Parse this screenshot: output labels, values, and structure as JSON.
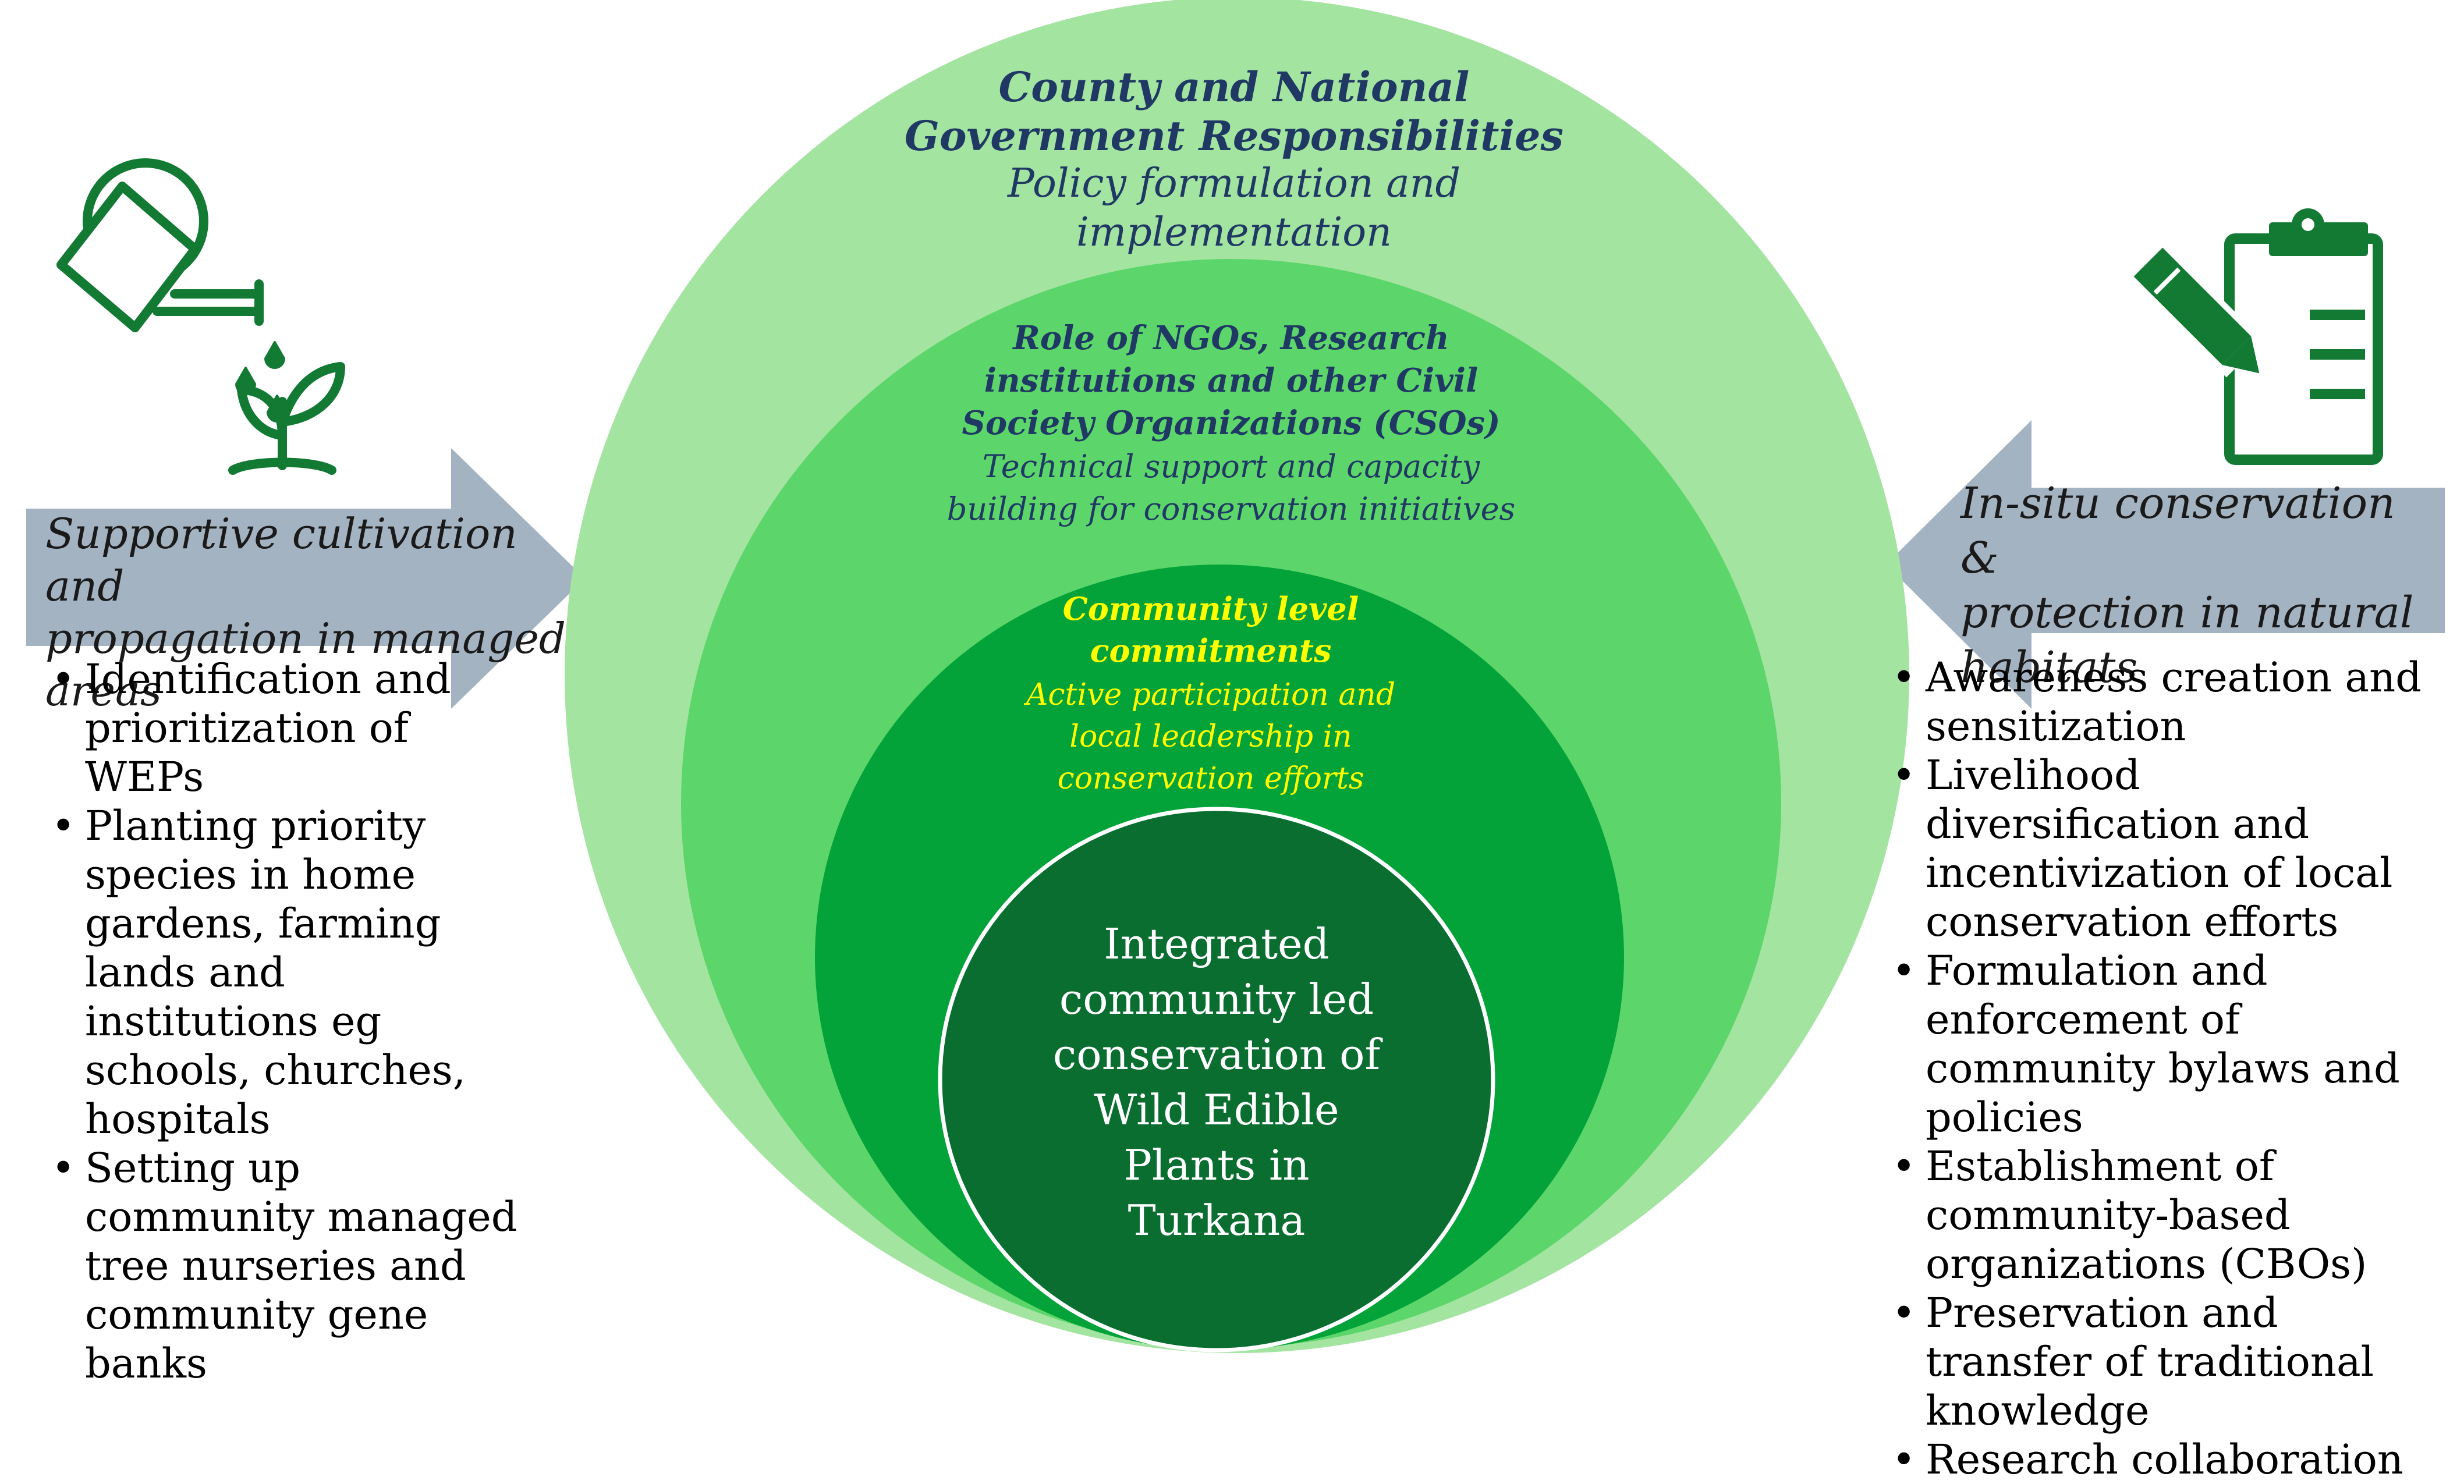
{
  "colors": {
    "outer_circle": "#a3e4a0",
    "middle_circle": "#5cd66a",
    "inner_circle": "#03a33a",
    "core_circle": "#0a6e30",
    "arrow": "#a4b3c2",
    "icon_green": "#137a34"
  },
  "outer_ring": {
    "title_line1": "County and National",
    "title_line2": "Government Responsibilities",
    "subtitle_line1": "Policy formulation and",
    "subtitle_line2": "implementation"
  },
  "middle_ring": {
    "title_line1": "Role of NGOs, Research",
    "title_line2": "institutions and other Civil",
    "title_line3": "Society Organizations (CSOs)",
    "subtitle_line1": "Technical support and capacity",
    "subtitle_line2": "building for conservation initiatives"
  },
  "inner_ring": {
    "title_line1": "Community level",
    "title_line2": "commitments",
    "subtitle_line1": "Active participation and",
    "subtitle_line2": "local leadership in",
    "subtitle_line3": "conservation efforts"
  },
  "core": {
    "line1": "Integrated",
    "line2": "community led",
    "line3": "conservation of",
    "line4": "Wild Edible",
    "line5": "Plants in",
    "line6": "Turkana"
  },
  "left_panel": {
    "icon": "watering-can-plant-icon",
    "arrow_label_line1": "Supportive cultivation and",
    "arrow_label_line2": "propagation in managed areas",
    "items": [
      "Identification and prioritization of WEPs",
      "Planting priority species in home gardens, farming lands and institutions eg schools, churches, hospitals",
      "Setting up community managed tree nurseries and community gene banks"
    ]
  },
  "right_panel": {
    "icon": "clipboard-pencil-icon",
    "arrow_label_line1": "In-situ conservation &",
    "arrow_label_line2": "protection in natural",
    "arrow_label_line3": "habitats",
    "items": [
      "Awareness creation and sensitization",
      "Livelihood diversification and incentivization of local conservation efforts",
      "Formulation and enforcement of community bylaws and policies",
      "Establishment of community-based organizations (CBOs)",
      "Preservation and transfer of traditional knowledge",
      "Research collaboration"
    ]
  }
}
